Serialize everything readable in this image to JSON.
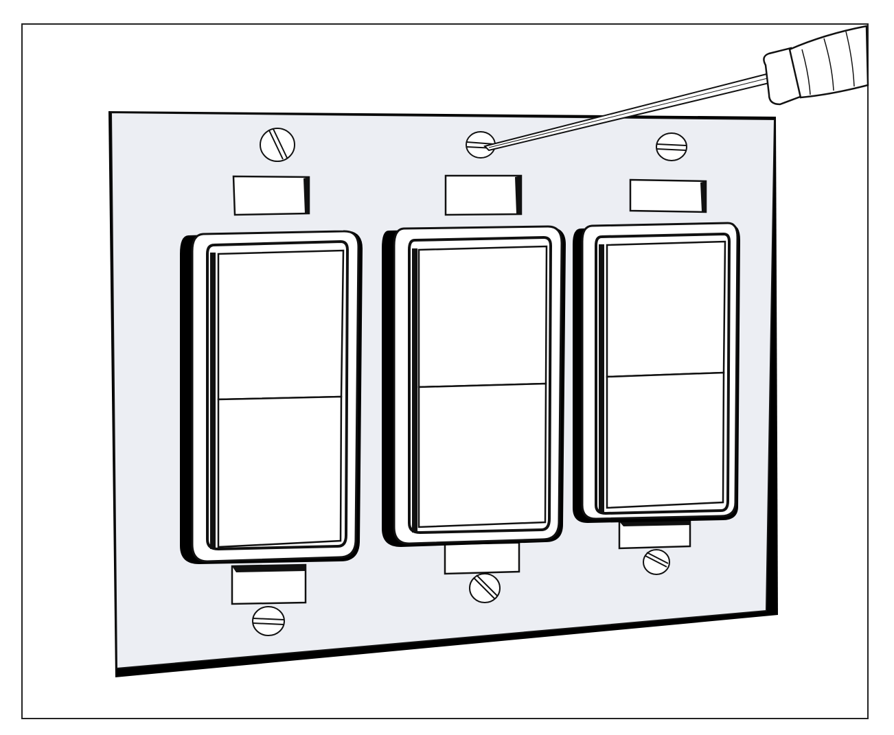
{
  "colors": {
    "background": "#ffffff",
    "frame_stroke": "#222222",
    "plate_fill": "#eceef3",
    "plate_shadow": "#000000",
    "line": "#111111",
    "rocker_fill": "#ffffff"
  },
  "illustration": {
    "subject": "triple-rocker-switch-wall-plate",
    "plate": {
      "screws": 6,
      "tabs": 6
    },
    "switches": [
      {
        "id": "switch-left",
        "type": "rocker"
      },
      {
        "id": "switch-middle",
        "type": "rocker"
      },
      {
        "id": "switch-right",
        "type": "rocker"
      }
    ],
    "tool": {
      "type": "screwdriver",
      "target": "top-middle-screw"
    }
  }
}
